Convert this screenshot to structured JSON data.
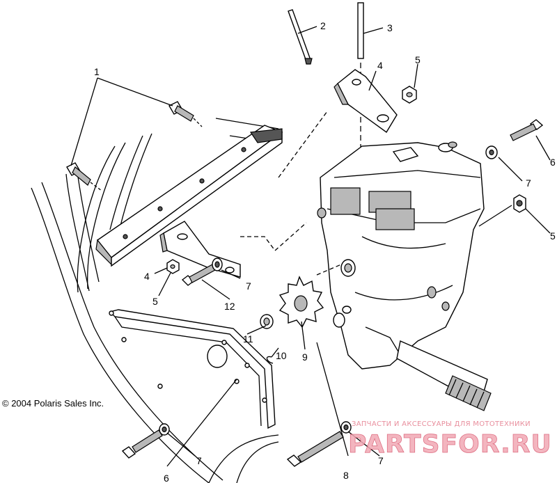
{
  "copyright": "© 2004 Polaris Sales Inc.",
  "watermark": {
    "tagline": "ЗАПЧАСТИ И АКСЕССУАРЫ ДЛЯ МОТОТЕХНИКИ",
    "logo_text": "PARTSFOR.RU"
  },
  "callouts": [
    {
      "id": "c1",
      "label": "1"
    },
    {
      "id": "c2",
      "label": "2"
    },
    {
      "id": "c3",
      "label": "3"
    },
    {
      "id": "c4a",
      "label": "4"
    },
    {
      "id": "c4b",
      "label": "4"
    },
    {
      "id": "c5a",
      "label": "5"
    },
    {
      "id": "c5b",
      "label": "5"
    },
    {
      "id": "c5c",
      "label": "5"
    },
    {
      "id": "c6a",
      "label": "6"
    },
    {
      "id": "c6b",
      "label": "6"
    },
    {
      "id": "c7a",
      "label": "7"
    },
    {
      "id": "c7b",
      "label": "7"
    },
    {
      "id": "c7c",
      "label": "7"
    },
    {
      "id": "c7d",
      "label": "7"
    },
    {
      "id": "c8",
      "label": "8"
    },
    {
      "id": "c9",
      "label": "9"
    },
    {
      "id": "c10",
      "label": "10"
    },
    {
      "id": "c11",
      "label": "11"
    },
    {
      "id": "c12",
      "label": "12"
    }
  ]
}
